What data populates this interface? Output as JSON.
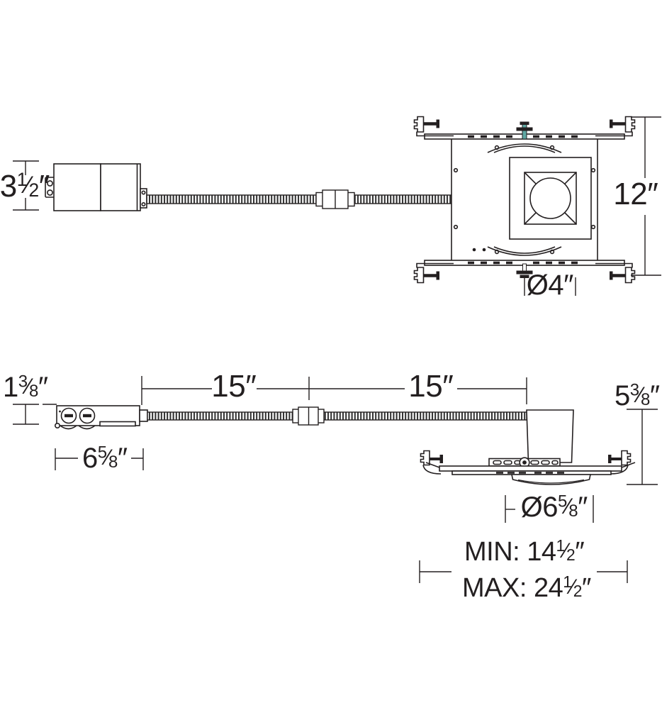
{
  "drawing": {
    "kind": "recessed-downlight-installation-dimension-diagram",
    "views": [
      "plan-view",
      "side-view"
    ]
  },
  "colors": {
    "ink": "#231f20",
    "background": "#ffffff",
    "conduit_stripe": "#2e2e2e",
    "screw_accent": "#5fa8a3"
  },
  "dims": {
    "jbox_height_plan": {
      "pre": "3",
      "num": "1",
      "den": "2",
      "unit": "″"
    },
    "housing_length": {
      "pre": "12",
      "num": "",
      "den": "",
      "unit": "″"
    },
    "aperture": {
      "pre": "Ø4",
      "num": "",
      "den": "",
      "unit": "″"
    },
    "jbox_height_side": {
      "pre": "1",
      "num": "3",
      "den": "8",
      "unit": "″"
    },
    "span_left": {
      "pre": "15",
      "num": "",
      "den": "",
      "unit": "″"
    },
    "span_right": {
      "pre": "15",
      "num": "",
      "den": "",
      "unit": "″"
    },
    "jbox_width": {
      "pre": "6",
      "num": "5",
      "den": "8",
      "unit": "″"
    },
    "housing_height": {
      "pre": "5",
      "num": "3",
      "den": "8",
      "unit": "″"
    },
    "flange_diameter": {
      "pre": "Ø6",
      "num": "5",
      "den": "8",
      "unit": "″"
    },
    "bar_min": {
      "pre": "MIN: 14",
      "num": "1",
      "den": "2",
      "unit": "″"
    },
    "bar_max": {
      "pre": "MAX: 24",
      "num": "1",
      "den": "2",
      "unit": "″"
    }
  }
}
